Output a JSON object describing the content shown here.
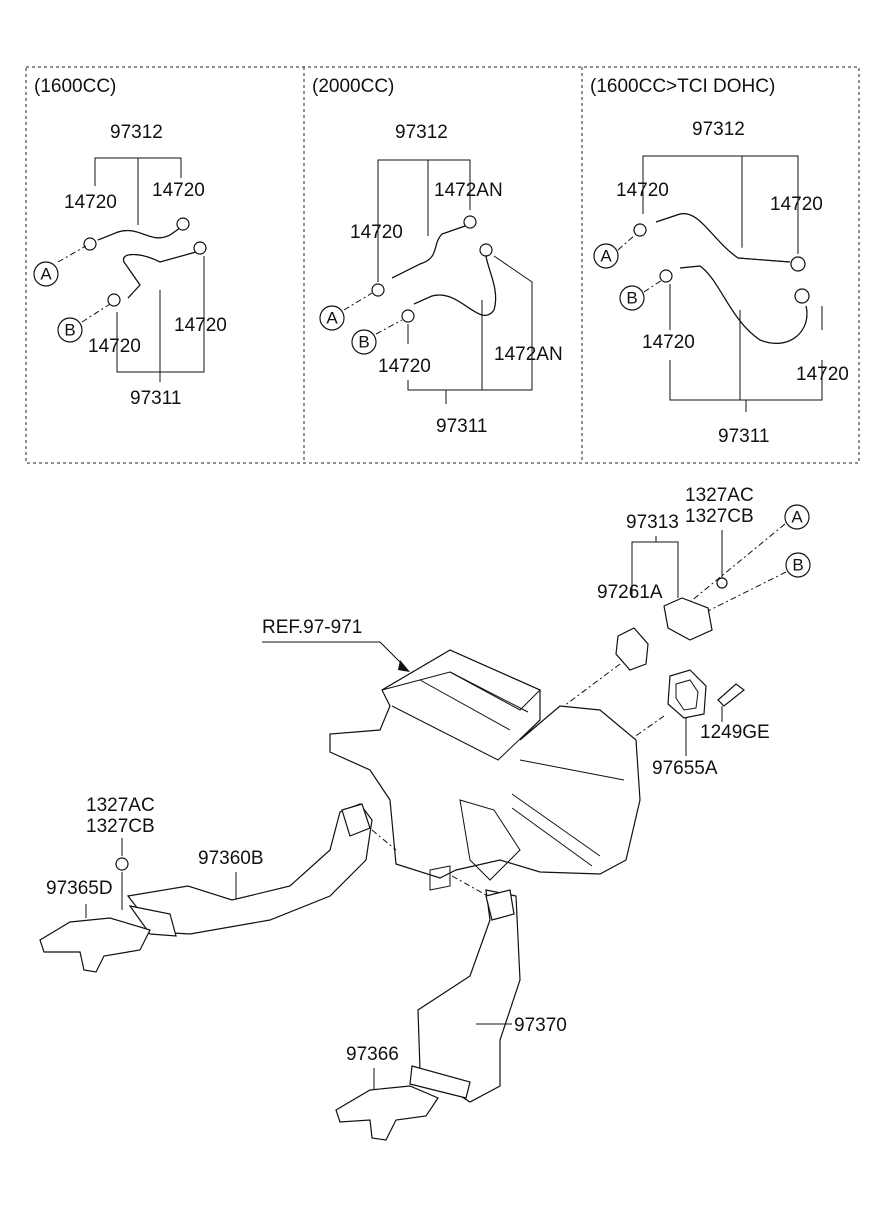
{
  "panels": [
    {
      "header": "(1600CC)",
      "labels": {
        "top": "97312",
        "left_upper": "14720",
        "right_upper": "14720",
        "right_lower": "14720",
        "left_lower": "14720",
        "bottom": "97311"
      },
      "callouts": {
        "a": "A",
        "b": "B"
      }
    },
    {
      "header": "(2000CC)",
      "labels": {
        "top": "97312",
        "right_upper": "1472AN",
        "left_upper": "14720",
        "left_lower": "14720",
        "right_lower": "1472AN",
        "bottom": "97311"
      },
      "callouts": {
        "a": "A",
        "b": "B"
      }
    },
    {
      "header": "(1600CC>TCI DOHC)",
      "labels": {
        "top": "97312",
        "left_upper": "14720",
        "right_upper": "14720",
        "left_lower": "14720",
        "right_lower": "14720",
        "bottom": "97311"
      },
      "callouts": {
        "a": "A",
        "b": "B"
      }
    }
  ],
  "main": {
    "labels": {
      "clamp_a": "1327AC",
      "clamp_b": "1327CB",
      "pipe_assy": "97313",
      "gasket": "97261A",
      "ref": "REF.97-971",
      "screw": "1249GE",
      "grommet": "97655A",
      "duct_clamp_a": "1327AC",
      "duct_clamp_b": "1327CB",
      "duct_left": "97360B",
      "duct_left_end": "97365D",
      "duct_right": "97370",
      "duct_right_end": "97366"
    },
    "callouts": {
      "a": "A",
      "b": "B"
    }
  }
}
